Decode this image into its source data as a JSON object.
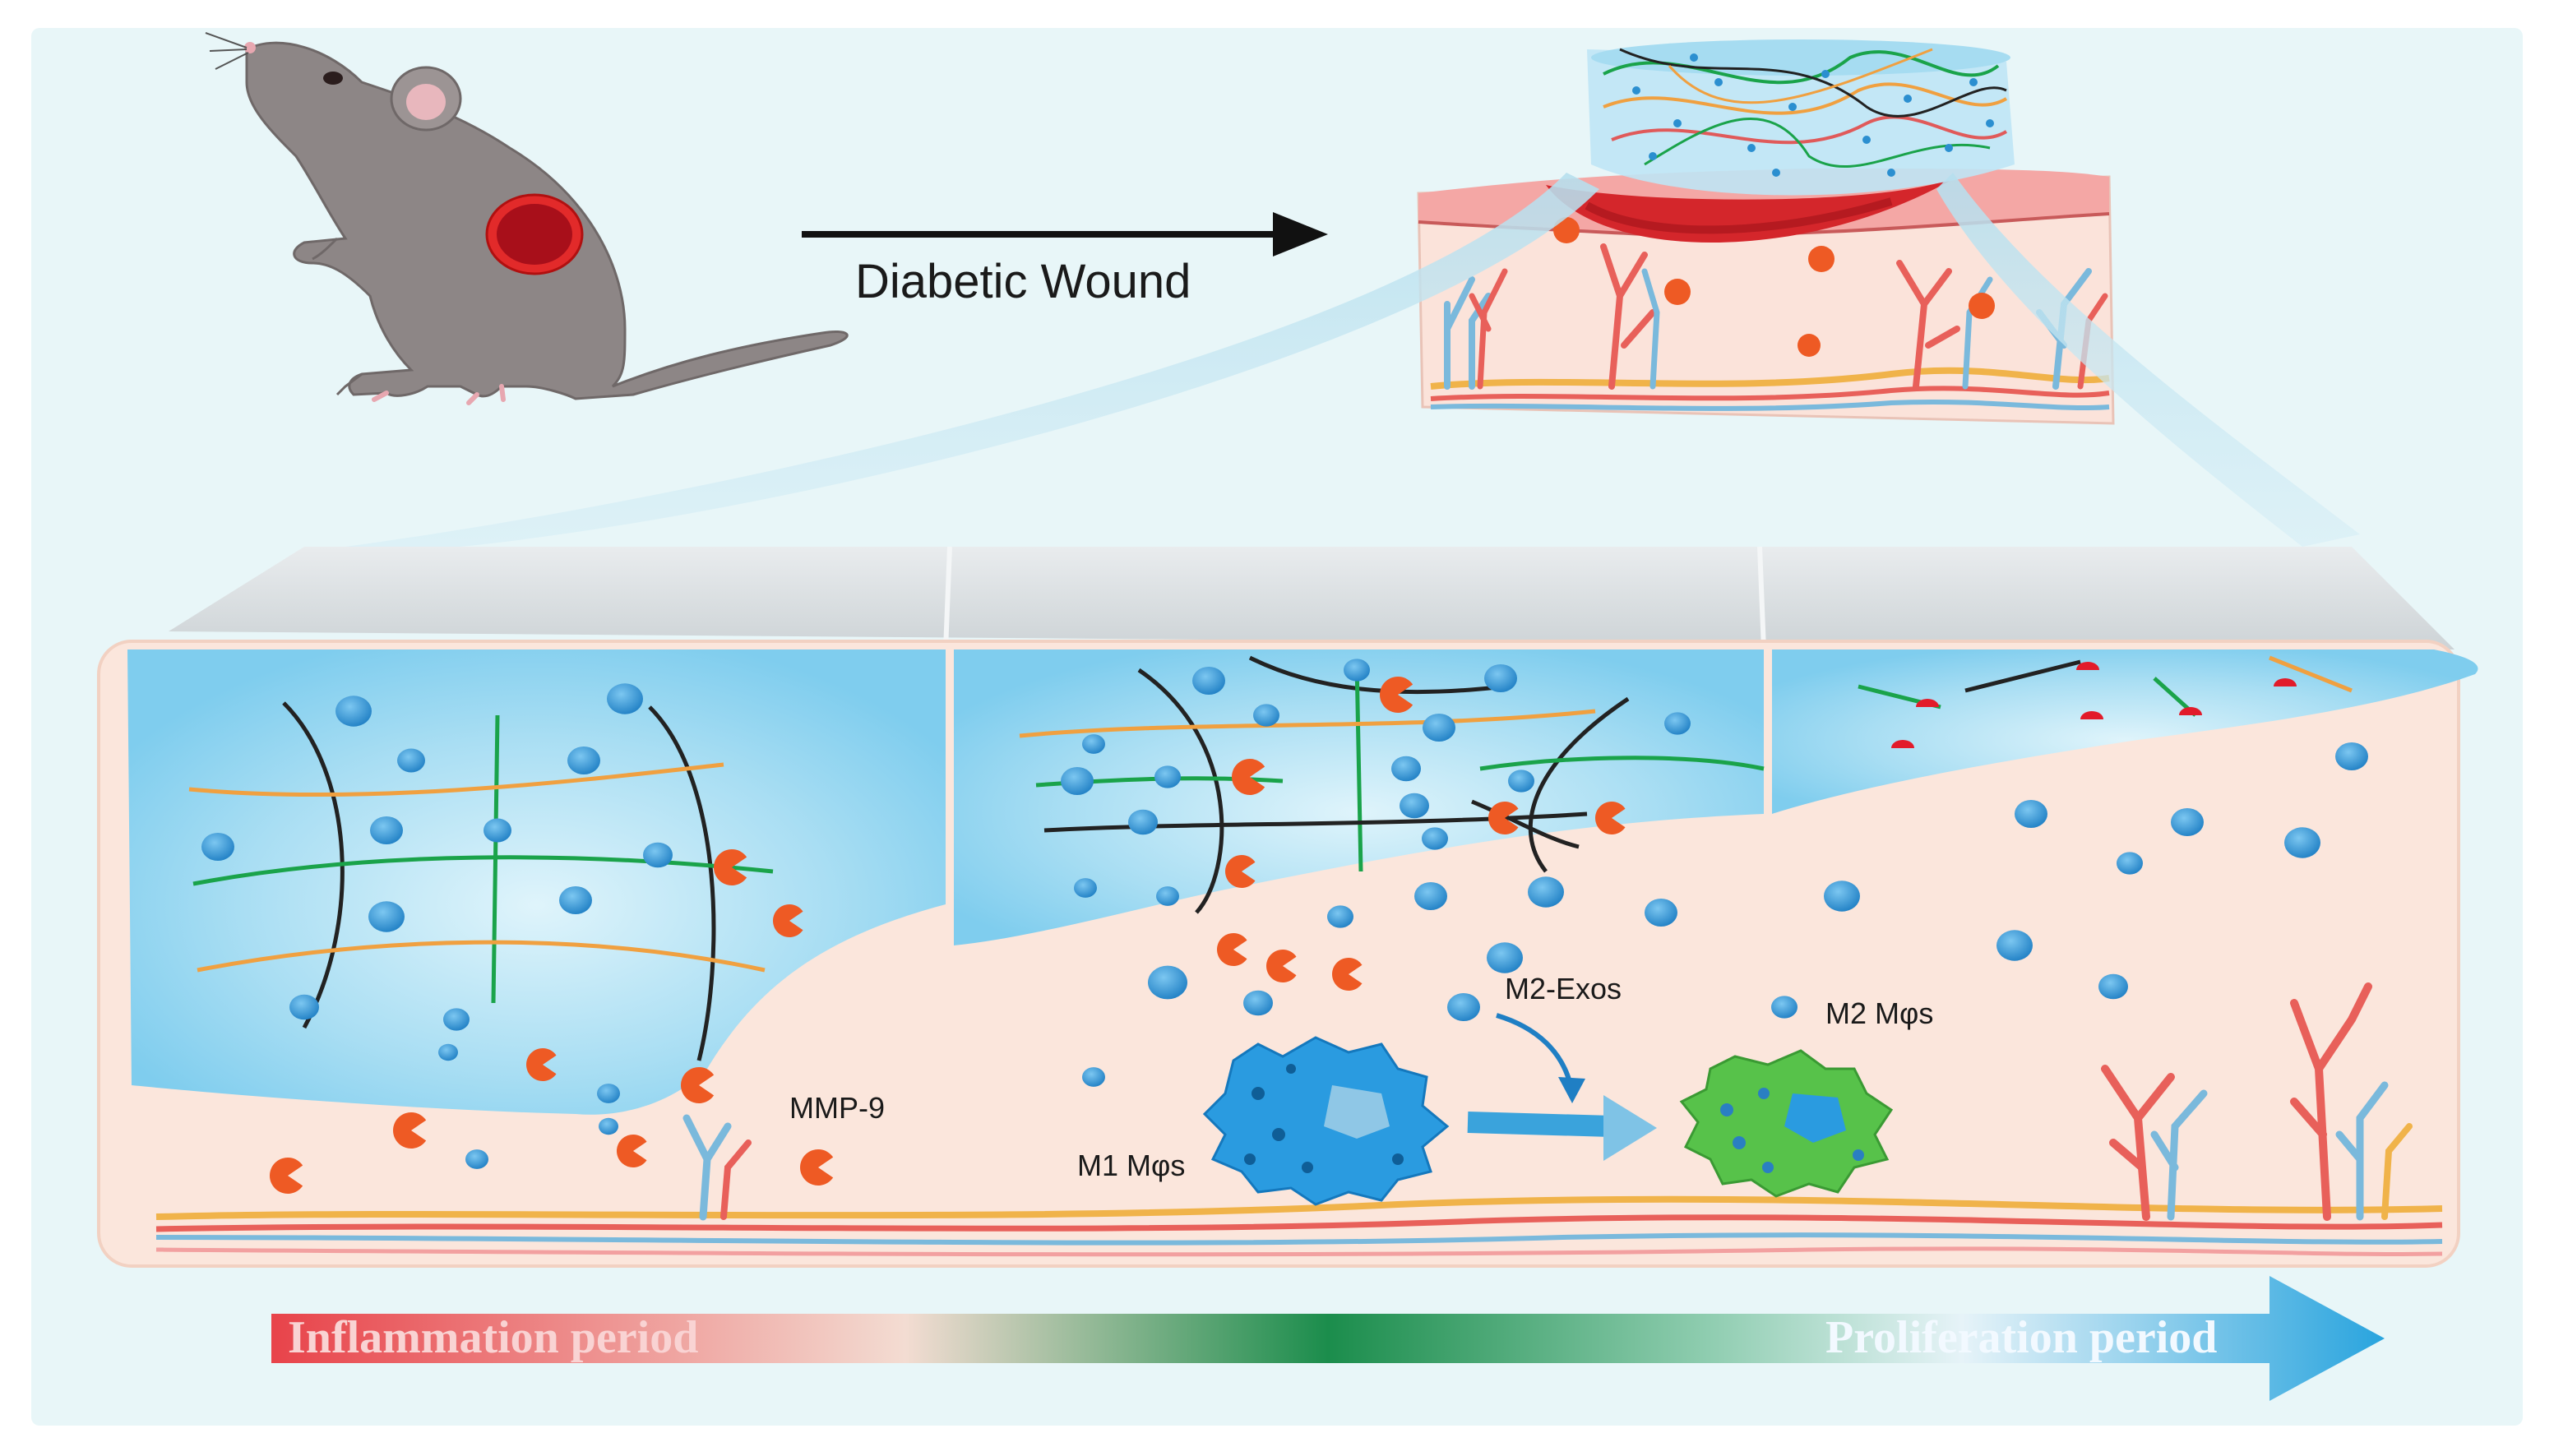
{
  "labels": {
    "arrow_label": "Diabetic Wound",
    "mmp9": "MMP-9",
    "m1": "M1 Mφs",
    "m2_exos": "M2-Exos",
    "m2": "M2 Mφs"
  },
  "timeline": {
    "start_label": "Inflammation period",
    "end_label": "Proliferation period"
  },
  "colors": {
    "background": "#e8f6f8",
    "hydrogel_blue": "#8fd3f0",
    "tissue": "#fbe6dc",
    "exosome": "#2b8fd0",
    "mmp9": "#ee5a24",
    "m1_macrophage": "#2a9be0",
    "m2_macrophage": "#57c24a",
    "fiber_green": "#1aa34a",
    "fiber_orange": "#f0a040",
    "fiber_black": "#222222",
    "timeline_start": "#e8434a",
    "timeline_mid": "#1a8f4a",
    "timeline_end": "#39a9e0"
  },
  "icons": [
    "mouse-icon",
    "skin-section-icon",
    "exosome-icon",
    "mmp9-icon",
    "macrophage-icon",
    "blood-vessel-icon"
  ]
}
